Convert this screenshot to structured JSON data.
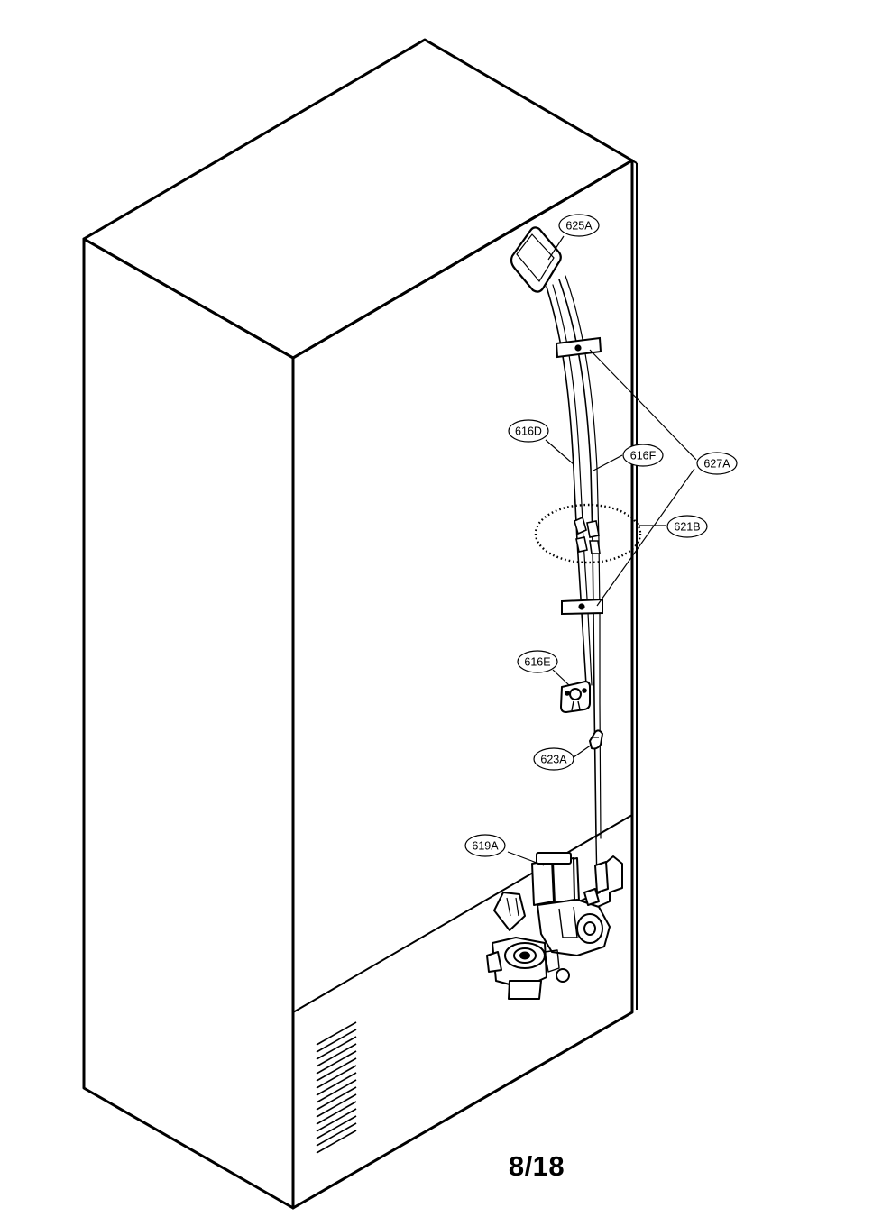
{
  "callouts": {
    "ice_maker": "625A",
    "tube_left": "616D",
    "tube_right": "616F",
    "holder": "627A",
    "joint": "621B",
    "clamp": "616E",
    "clip": "623A",
    "valve": "619A"
  },
  "page_number": "8/18",
  "colors": {
    "line": "#000000",
    "background": "#ffffff"
  }
}
